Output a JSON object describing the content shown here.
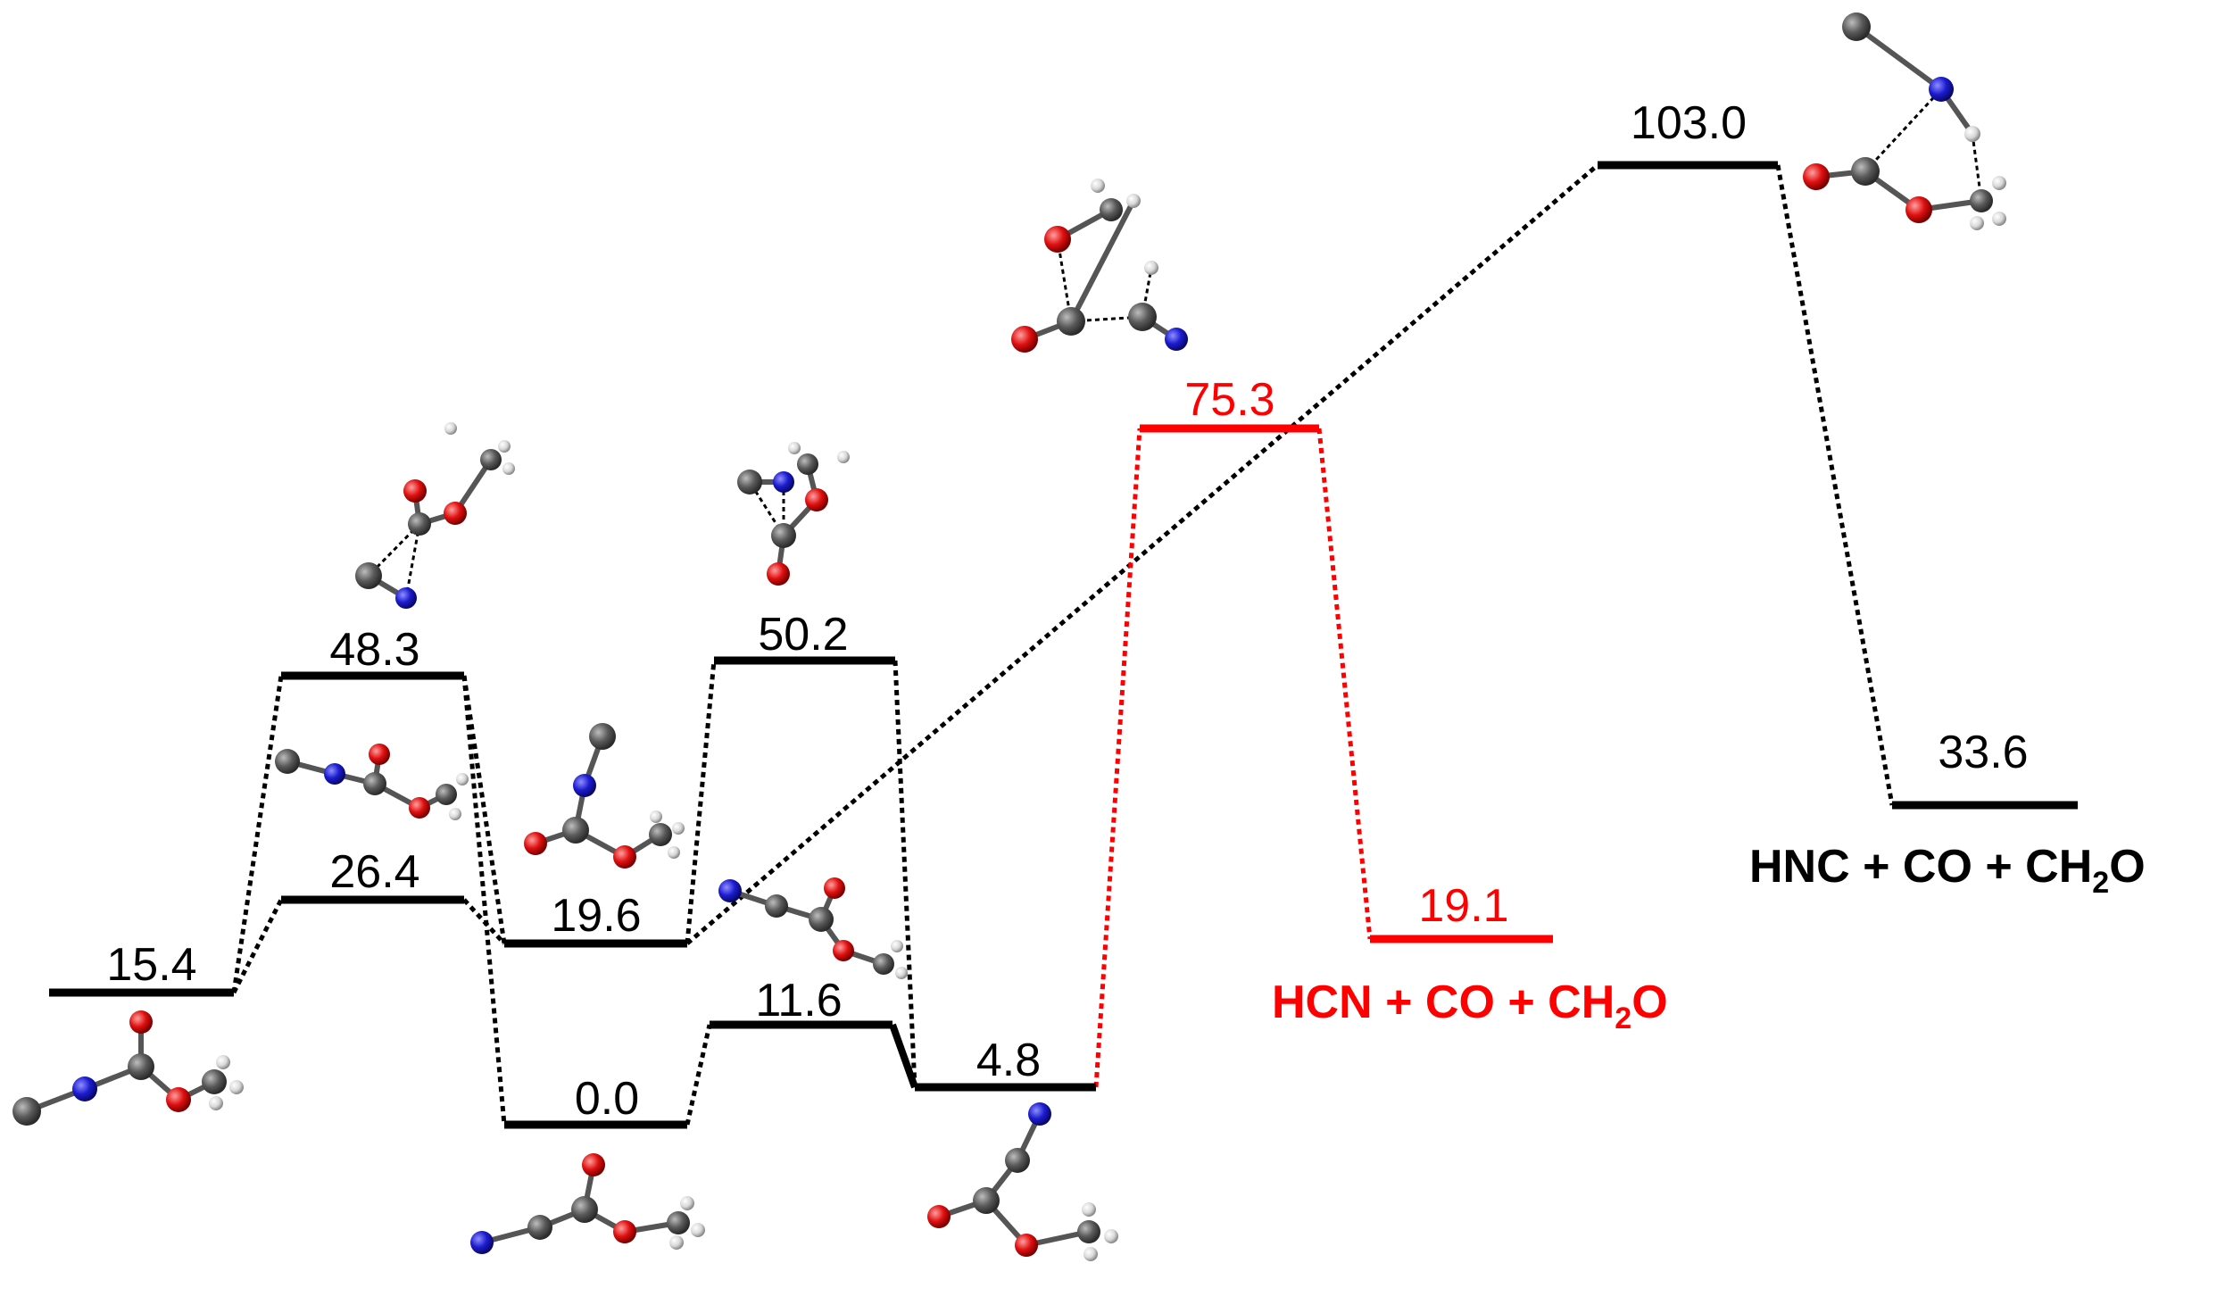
{
  "colors": {
    "main": "#000000",
    "hcn": "#ff0000",
    "carbon": "#4a4a4a",
    "nitrogen": "#1515c8",
    "oxygen": "#e01010",
    "hydrogen": "#dcdcdc"
  },
  "levels": [
    {
      "id": "l154",
      "value": "15.4"
    },
    {
      "id": "l264",
      "value": "26.4"
    },
    {
      "id": "l483",
      "value": "48.3"
    },
    {
      "id": "l196",
      "value": "19.6"
    },
    {
      "id": "l00",
      "value": "0.0"
    },
    {
      "id": "l502",
      "value": "50.2"
    },
    {
      "id": "l116",
      "value": "11.6"
    },
    {
      "id": "l48",
      "value": "4.8"
    },
    {
      "id": "l753",
      "value": "75.3"
    },
    {
      "id": "l191",
      "value": "19.1"
    },
    {
      "id": "l1030",
      "value": "103.0"
    },
    {
      "id": "l336",
      "value": "33.6"
    }
  ],
  "products": {
    "hcn": {
      "prefix": "HCN + CO + CH",
      "sub": "2",
      "suffix": "O"
    },
    "hnc": {
      "prefix": "HNC + CO + CH",
      "sub": "2",
      "suffix": "O"
    }
  }
}
